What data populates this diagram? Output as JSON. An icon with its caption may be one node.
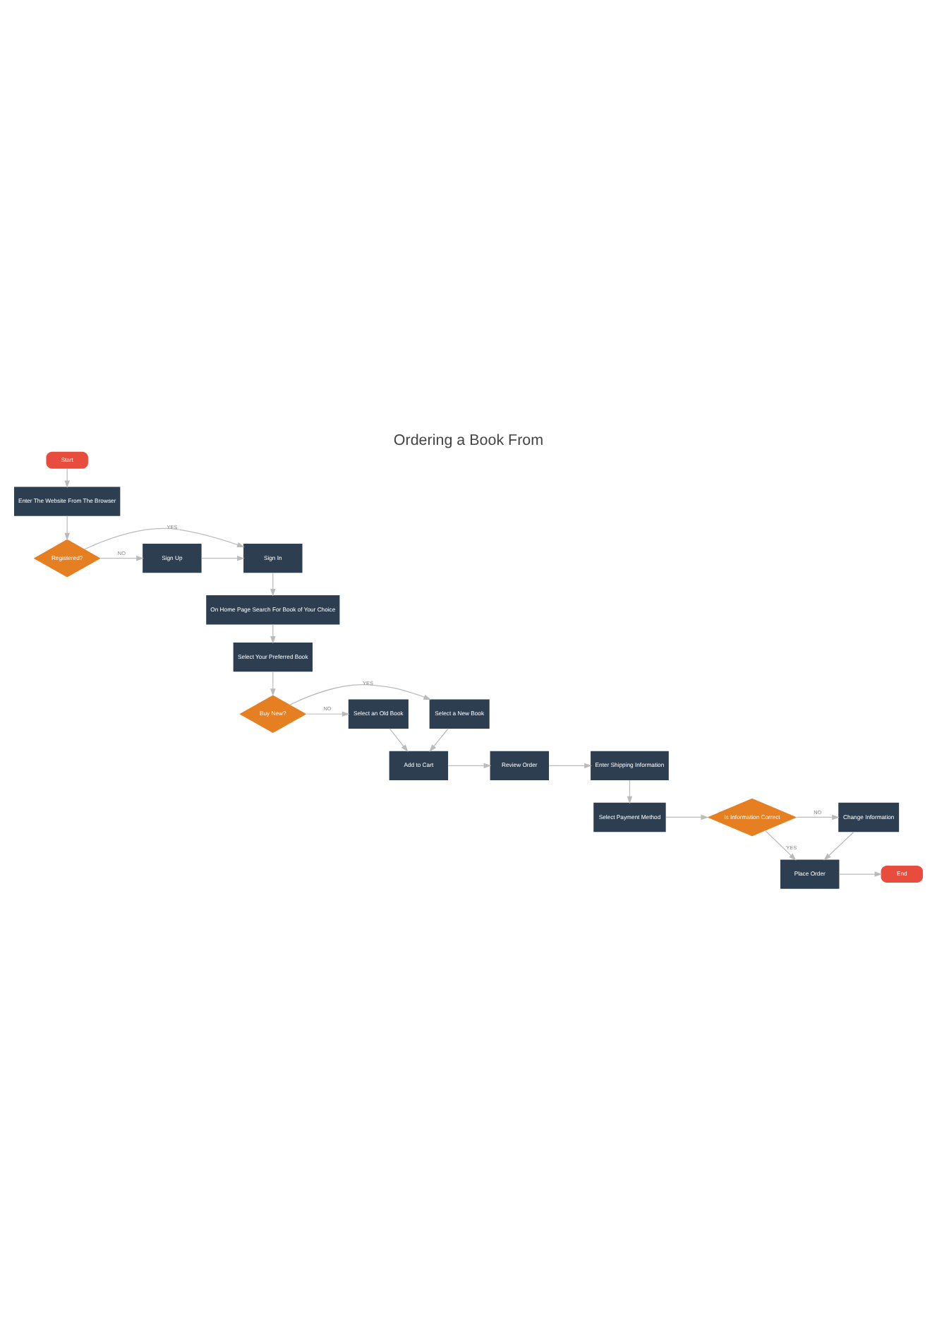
{
  "diagram": {
    "title": "Ordering a Book From",
    "nodes": [
      {
        "text": [
          "Start"
        ]
      },
      {
        "text": [
          "Enter The Website From The Browser"
        ]
      },
      {
        "text": [
          "Registered?"
        ]
      },
      {
        "text": [
          "Sign In"
        ]
      },
      {
        "text": [
          "Sign Up"
        ]
      },
      {
        "text": [
          "On Home Page Search For Book of Your Choice"
        ]
      },
      {
        "text": [
          "Select Your Preferred Book"
        ]
      },
      {
        "text": [
          "Buy New?"
        ]
      },
      {
        "text": [
          "Select a New Book"
        ]
      },
      {
        "text": [
          "Select an Old Book"
        ]
      },
      {
        "text": [
          "Add to Cart"
        ]
      },
      {
        "text": [
          "Review Order"
        ]
      },
      {
        "text": [
          "Enter Shipping Information"
        ]
      },
      {
        "text": [
          "Select Payment Method"
        ]
      },
      {
        "text": [
          "Is Information Correct"
        ]
      },
      {
        "text": [
          "Change Information"
        ]
      },
      {
        "text": [
          "Place Order"
        ]
      },
      {
        "text": [
          "End"
        ]
      }
    ],
    "edges": [
      {
        "from": 0,
        "to": 1,
        "arrow": "to"
      },
      {
        "from": 1,
        "to": 2,
        "arrow": "to"
      },
      {
        "from": 2,
        "to": 3,
        "arrow": "to",
        "label": "YES"
      },
      {
        "from": 2,
        "to": 4,
        "arrow": "to",
        "label": "NO"
      },
      {
        "from": 4,
        "to": 3,
        "arrow": "to"
      },
      {
        "from": 3,
        "to": 5,
        "arrow": "to"
      },
      {
        "from": 5,
        "to": 6,
        "arrow": "to"
      },
      {
        "from": 6,
        "to": 7,
        "arrow": "to"
      },
      {
        "from": 7,
        "to": 8,
        "arrow": "to",
        "label": "YES"
      },
      {
        "from": 7,
        "to": 9,
        "arrow": "to",
        "label": "NO"
      },
      {
        "from": 8,
        "to": 10,
        "arrow": "to"
      },
      {
        "from": 9,
        "to": 10,
        "arrow": "to"
      },
      {
        "from": 10,
        "to": 11,
        "arrow": "to"
      },
      {
        "from": 11,
        "to": 12,
        "arrow": "to"
      },
      {
        "from": 12,
        "to": 13,
        "arrow": "to"
      },
      {
        "from": 13,
        "to": 14,
        "arrow": "to"
      },
      {
        "from": 14,
        "to": 15,
        "arrow": "to",
        "label": "NO"
      },
      {
        "from": 14,
        "to": 16,
        "arrow": "to",
        "label": "YES"
      },
      {
        "from": 15,
        "to": 16,
        "arrow": "to"
      },
      {
        "from": 16,
        "to": 17,
        "arrow": "to"
      }
    ]
  }
}
